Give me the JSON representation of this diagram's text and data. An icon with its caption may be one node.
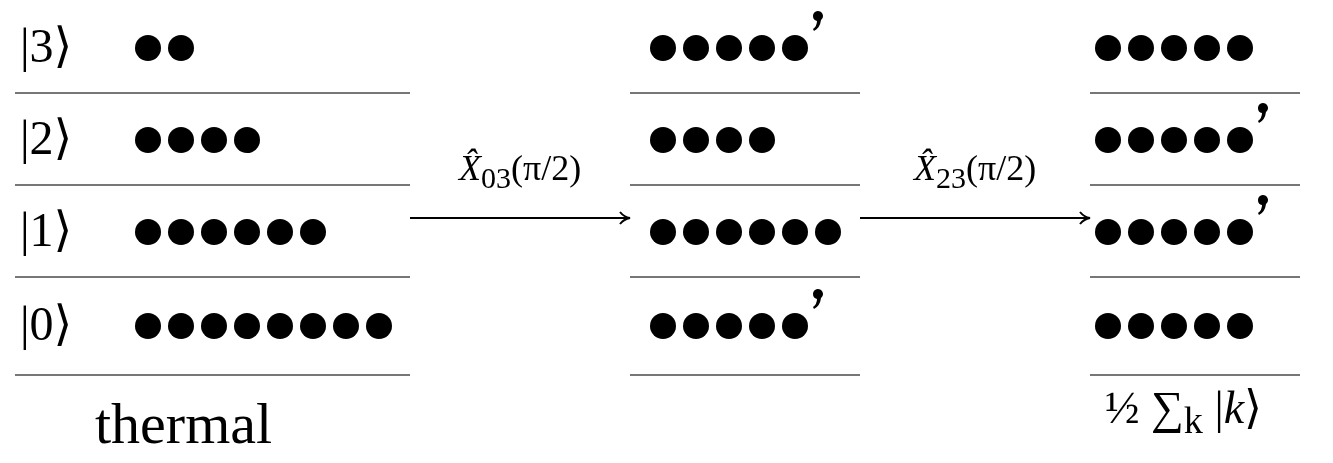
{
  "diagram": {
    "nodes": [
      {
        "text": [
          "thermal"
        ]
      },
      {
        "text": [],
        "shape": "picture"
      },
      {
        "text": [
          "½ ∑$_{k}$ |*k*⟩"
        ]
      }
    ],
    "edges": [
      {
        "from": 0,
        "to": 1,
        "arrow": "to",
        "label": "*X̂*$_{03}$(π/2)"
      },
      {
        "from": 1,
        "to": 2,
        "arrow": "to",
        "label": "*X̂*$_{23}$(π/2)"
      }
    ],
    "labels": [
      "|3⟩",
      "|2⟩",
      "|1⟩",
      "|0⟩"
    ]
  }
}
